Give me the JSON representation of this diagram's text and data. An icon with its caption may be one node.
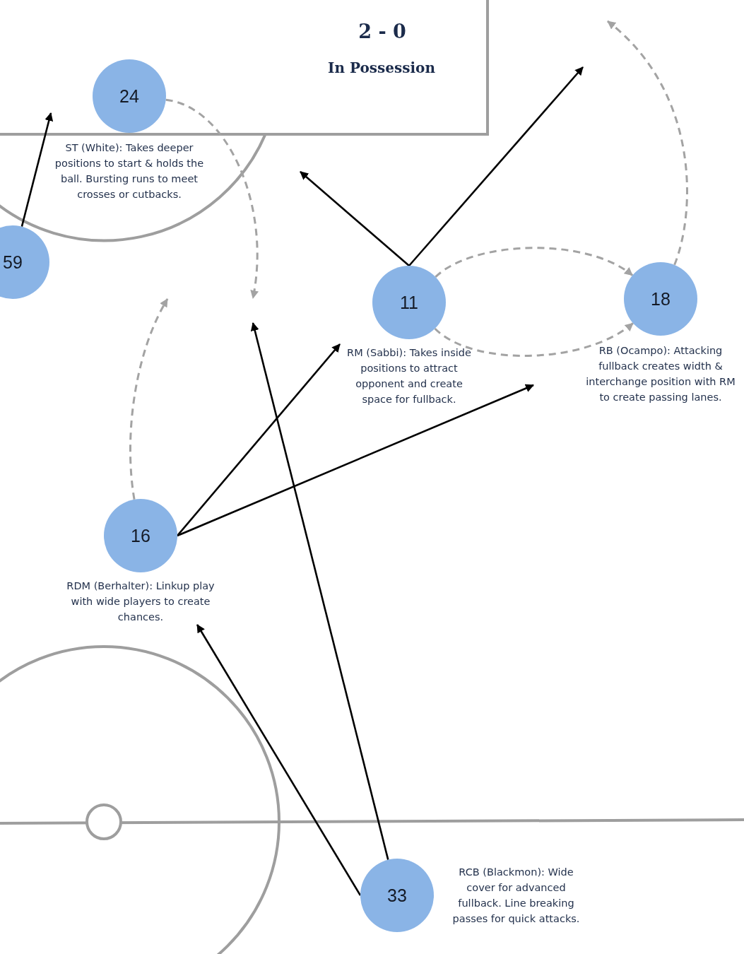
{
  "diagram": {
    "title": "In Possession",
    "nodes": [
      {
        "text": [
          "24"
        ],
        "beside": [
          "ST (White): Takes deeper positions to start & holds the ball. Bursting runs to meet crosses or cutbacks."
        ]
      },
      {
        "text": [
          "59"
        ]
      },
      {
        "text": [
          "11"
        ],
        "beside": [
          "RM (Sabbi): Takes inside positions to attract opponent and create space for fullback."
        ]
      },
      {
        "text": [
          "18"
        ],
        "beside": [
          "RB (Ocampo): Attacking fullback creates width & interchange position with RM to create passing lanes."
        ]
      },
      {
        "text": [
          "16"
        ],
        "beside": [
          "RDM (Berhalter): Linkup play with wide players to create chances."
        ]
      },
      {
        "text": [
          "33"
        ],
        "beside": [
          "RCB (Blackmon): Wide cover for advanced fullback. Line breaking passes for quick attacks."
        ]
      }
    ],
    "edges": [
      {
        "from": 0,
        "to": null,
        "arrow": "to",
        "style": "dashed",
        "color": "#a3a3a3"
      },
      {
        "from": 1,
        "to": null,
        "arrow": "to"
      },
      {
        "from": 2,
        "to": null,
        "arrow": "to"
      },
      {
        "from": 2,
        "to": null,
        "arrow": "to"
      },
      {
        "from": 2,
        "to": 3,
        "arrow": "to",
        "style": "dashed",
        "color": "#a3a3a3"
      },
      {
        "from": 2,
        "to": 3,
        "arrow": "to",
        "style": "dashed",
        "color": "#a3a3a3"
      },
      {
        "from": 3,
        "to": null,
        "arrow": "to",
        "style": "dashed",
        "color": "#a3a3a3"
      },
      {
        "from": 4,
        "to": null,
        "arrow": "to",
        "style": "dashed",
        "color": "#a3a3a3"
      },
      {
        "from": 4,
        "to": 2,
        "arrow": "to"
      },
      {
        "from": 4,
        "to": null,
        "arrow": "to"
      },
      {
        "from": 5,
        "to": 4,
        "arrow": "to"
      },
      {
        "from": 5,
        "to": null,
        "arrow": "to"
      }
    ],
    "labels": [
      "2 - 0"
    ]
  }
}
